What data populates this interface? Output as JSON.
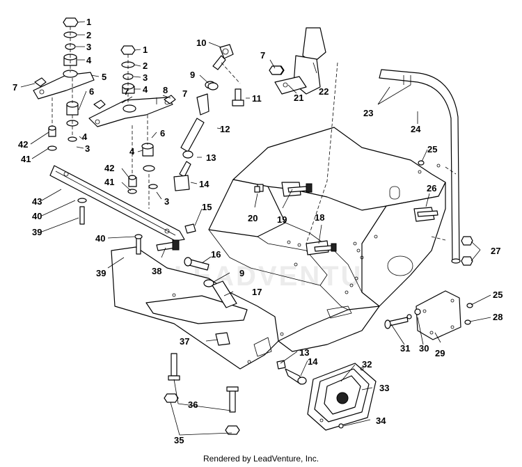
{
  "watermark": "LEADVENTURE",
  "footer": "Rendered by LeadVenture, Inc.",
  "callouts": [
    "1",
    "2",
    "3",
    "4",
    "5",
    "6",
    "7",
    "8",
    "9",
    "10",
    "11",
    "12",
    "13",
    "14",
    "15",
    "16",
    "17",
    "18",
    "19",
    "20",
    "21",
    "22",
    "23",
    "24",
    "25",
    "26",
    "27",
    "28",
    "29",
    "30",
    "31",
    "32",
    "33",
    "34",
    "35",
    "36",
    "37",
    "38",
    "39",
    "40",
    "41",
    "42",
    "43"
  ],
  "labels": {
    "c1a": "1",
    "c2a": "2",
    "c3a": "3",
    "c4a": "4",
    "c5": "5",
    "c6a": "6",
    "c7a": "7",
    "c42a": "42",
    "c41a": "41",
    "c4b": "4",
    "c3b": "3",
    "c1b": "1",
    "c2b": "2",
    "c3c": "3",
    "c4c": "4",
    "c7b": "7",
    "c7c": "7",
    "c8": "8",
    "c6b": "6",
    "c4d": "4",
    "c42b": "42",
    "c41b": "41",
    "c3d": "3",
    "c10": "10",
    "c9a": "9",
    "c11": "11",
    "c12": "12",
    "c13a": "13",
    "c14a": "14",
    "c7d": "7",
    "c21": "21",
    "c22": "22",
    "c23": "23",
    "c24": "24",
    "c25a": "25",
    "c26": "26",
    "c27": "27",
    "c25b": "25",
    "c28": "28",
    "c29": "29",
    "c30": "30",
    "c31": "31",
    "c43": "43",
    "c40a": "40",
    "c39a": "39",
    "c40b": "40",
    "c39b": "39",
    "c15": "15",
    "c38": "38",
    "c16": "16",
    "c9b": "9",
    "c17": "17",
    "c20": "20",
    "c19": "19",
    "c18": "18",
    "c37": "37",
    "c36": "36",
    "c35": "35",
    "c13b": "13",
    "c14b": "14",
    "c32": "32",
    "c33": "33",
    "c34": "34"
  }
}
